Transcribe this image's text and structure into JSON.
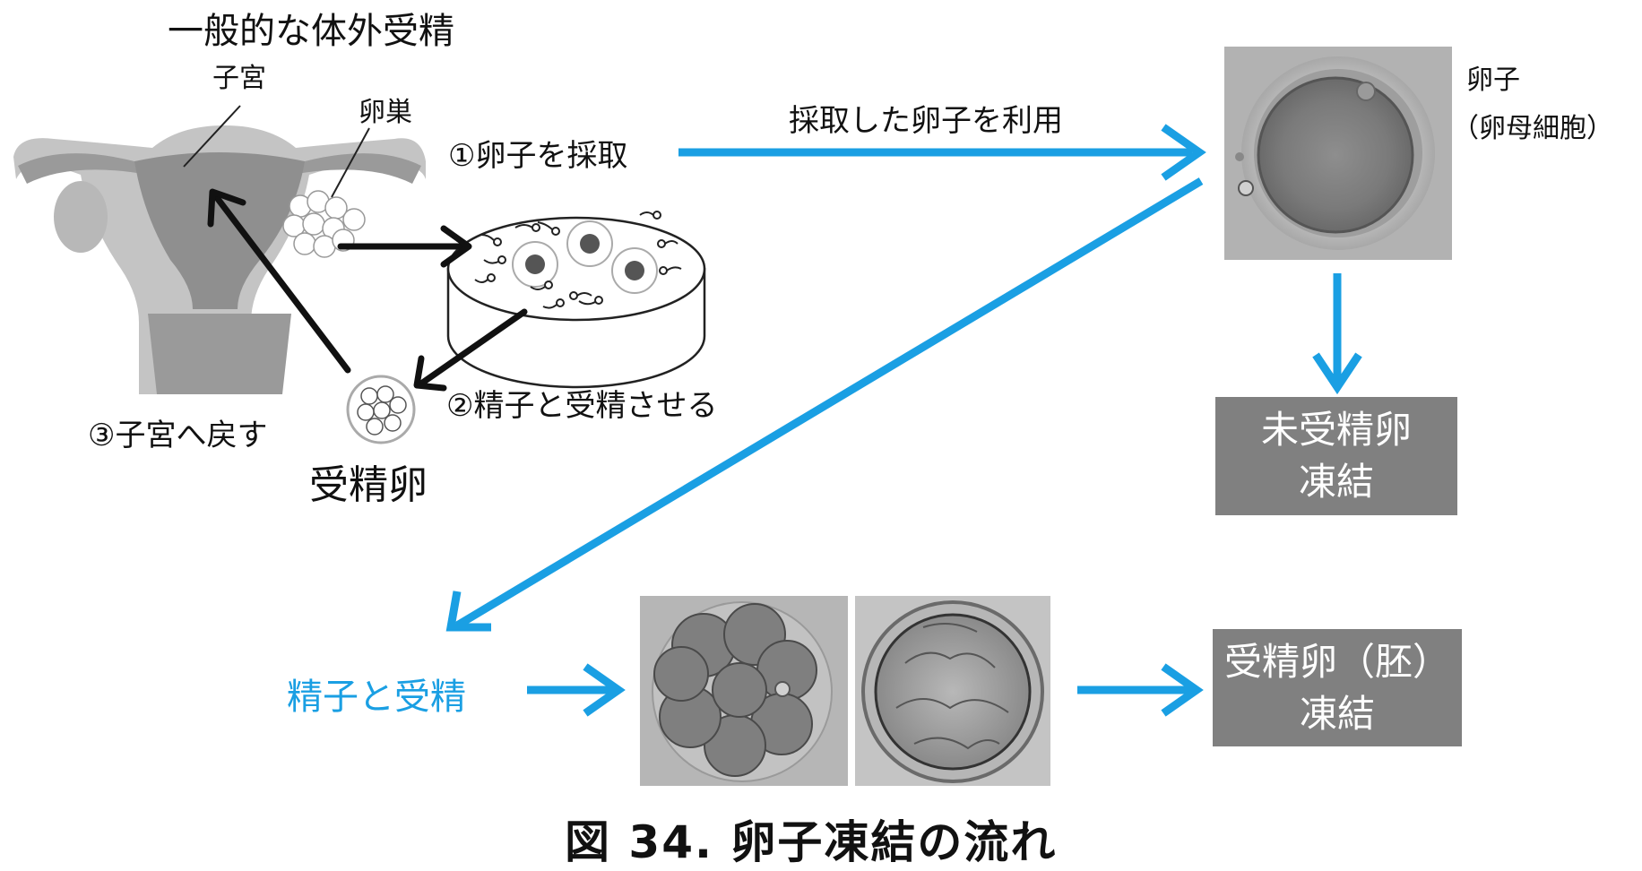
{
  "title": "一般的な体外受精",
  "labels": {
    "uterus": "子宮",
    "ovary": "卵巣",
    "fertilized_egg": "受精卵",
    "oocyte_1": "卵子",
    "oocyte_2": "（卵母細胞）"
  },
  "steps": {
    "step1": "①卵子を採取",
    "step2": "②精子と受精させる",
    "step3": "③子宮へ戻す"
  },
  "flow": {
    "use_egg": "採取した卵子を利用",
    "fertilize": "精子と受精"
  },
  "boxes": {
    "unfertilized_line1": "未受精卵",
    "unfertilized_line2": "凍結",
    "embryo_line1": "受精卵（胚）",
    "embryo_line2": "凍結"
  },
  "caption": "図 34.  卵子凍結の流れ",
  "colors": {
    "accent_blue": "#1a9fe3",
    "box_gray": "#808080",
    "uterus_gray": "#9a9a9a",
    "uterus_light": "#c4c4c4"
  }
}
